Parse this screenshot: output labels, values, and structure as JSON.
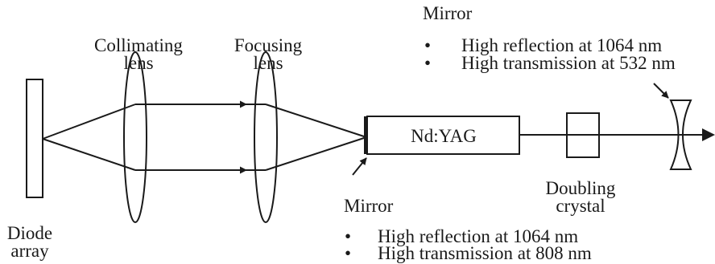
{
  "labels": {
    "mirror_top": "Mirror",
    "mirror_top_bullets": [
      "High reflection at 1064 nm",
      "High transmission at 532 nm"
    ],
    "collimating_lens": [
      "Collimating",
      "lens"
    ],
    "focusing_lens": [
      "Focusing",
      "lens"
    ],
    "crystal": "Nd:YAG",
    "mirror_bottom": "Mirror",
    "mirror_bottom_bullets": [
      "High reflection at 1064 nm",
      "High transmission at 808 nm"
    ],
    "doubling_crystal": [
      "Doubling",
      "crystal"
    ],
    "diode_array": [
      "Diode",
      "array"
    ],
    "bullet_symbol": "•"
  }
}
